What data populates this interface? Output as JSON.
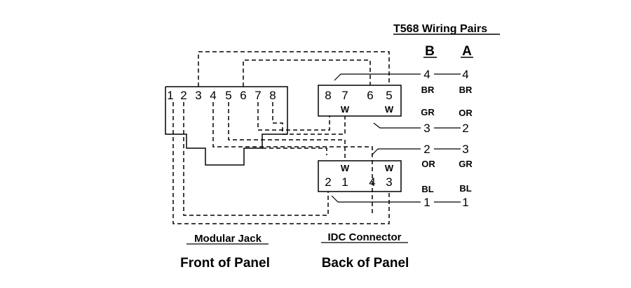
{
  "header": {
    "title": "T568 Wiring Pairs",
    "col_b": "B",
    "col_a": "A"
  },
  "modular_jack": {
    "pins": [
      "1",
      "2",
      "3",
      "4",
      "5",
      "6",
      "7",
      "8"
    ],
    "label": "Modular Jack",
    "caption": "Front of Panel"
  },
  "idc_upper": {
    "pins": [
      "8",
      "7",
      "6",
      "5"
    ],
    "w_left": "W",
    "w_right": "W"
  },
  "idc_lower": {
    "pins": [
      "2",
      "1",
      "4",
      "3"
    ],
    "w_left": "W",
    "w_right": "W"
  },
  "idc": {
    "label": "IDC Connector",
    "caption": "Back of Panel"
  },
  "pairs": [
    {
      "b": "4",
      "a": "4",
      "b_color": "BR",
      "a_color": "BR"
    },
    {
      "b": "3",
      "a": "2",
      "b_color": "GR",
      "a_color": "OR"
    },
    {
      "b": "2",
      "a": "3",
      "b_color": "OR",
      "a_color": "GR"
    },
    {
      "b": "1",
      "a": "1",
      "b_color": "BL",
      "a_color": "BL"
    }
  ]
}
